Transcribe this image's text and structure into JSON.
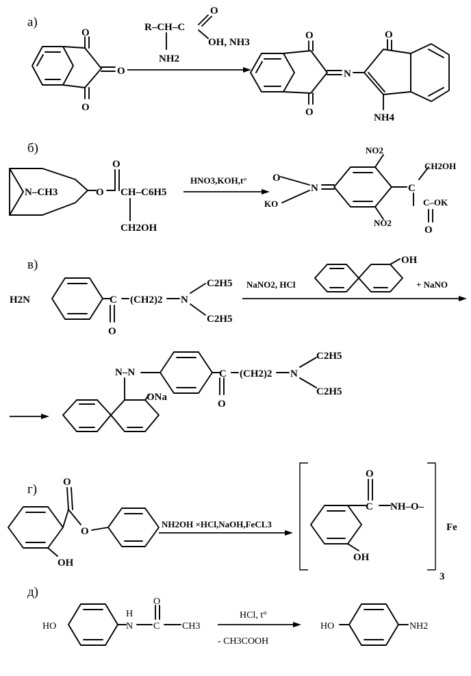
{
  "reactions": [
    {
      "label": "а)",
      "reagent": [
        "R–CH–C",
        "O",
        "OH, NH3",
        "NH2"
      ],
      "reagent_nh2": "NH2",
      "product_labels": [
        "O",
        "O",
        "N",
        "O",
        "NH4"
      ],
      "reactant_labels": [
        "O",
        "O",
        "O"
      ]
    },
    {
      "label": "б)",
      "reactant_labels": [
        "N–CH3",
        "O",
        "O",
        "CH–C6H5",
        "CH2OH"
      ],
      "conditions": "HNO3,KOH,t°",
      "product_labels": [
        "NO2",
        "O",
        "N",
        "KO",
        "NO2",
        "CH2OH",
        "C",
        "C–OK",
        "O"
      ]
    },
    {
      "label": "в)",
      "reactant_labels": [
        "H2N",
        "C",
        "O",
        "(CH2)2",
        "N",
        "C2H5",
        "C2H5"
      ],
      "conditions": "NaNO2, HCl",
      "naphthol_label": "OH",
      "extra": "+ NaNO",
      "product_labels": [
        "N–N",
        "ONa",
        "C",
        "O",
        "(CH2)2",
        "N",
        "C2H5",
        "C2H5"
      ]
    },
    {
      "label": "г)",
      "reactant_labels": [
        "O",
        "O",
        "OH"
      ],
      "conditions": "NH2OH ×HCl,NaOH,FeCL3",
      "product_labels": [
        "O",
        "C",
        "NH–O–",
        "OH",
        "Fe",
        "3"
      ]
    },
    {
      "label": "д)",
      "reactant_labels": [
        "HO",
        "H",
        "N",
        "O",
        "C",
        "CH3"
      ],
      "conditions_top": "HCl, t°",
      "conditions_bottom": "- CH3COOH",
      "product_labels": [
        "HO",
        "NH2"
      ]
    }
  ]
}
